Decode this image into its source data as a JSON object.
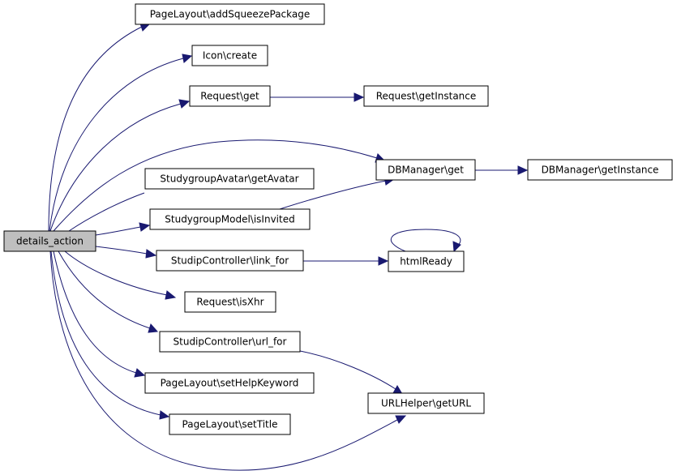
{
  "graph": {
    "nodes": {
      "details_action": "details_action",
      "addSqueezePackage": "PageLayout\\addSqueezePackage",
      "icon_create": "Icon\\create",
      "request_get": "Request\\get",
      "request_getInstance": "Request\\getInstance",
      "dbmanager_get": "DBManager\\get",
      "dbmanager_getInstance": "DBManager\\getInstance",
      "getAvatar": "StudygroupAvatar\\getAvatar",
      "isInvited": "StudygroupModel\\isInvited",
      "link_for": "StudipController\\link_for",
      "htmlReady": "htmlReady",
      "isXhr": "Request\\isXhr",
      "url_for": "StudipController\\url_for",
      "setHelpKeyword": "PageLayout\\setHelpKeyword",
      "getURL": "URLHelper\\getURL",
      "setTitle": "PageLayout\\setTitle"
    },
    "edges": [
      [
        "details_action",
        "addSqueezePackage"
      ],
      [
        "details_action",
        "icon_create"
      ],
      [
        "details_action",
        "request_get"
      ],
      [
        "details_action",
        "dbmanager_get"
      ],
      [
        "details_action",
        "getAvatar"
      ],
      [
        "details_action",
        "isInvited"
      ],
      [
        "details_action",
        "link_for"
      ],
      [
        "details_action",
        "isXhr"
      ],
      [
        "details_action",
        "url_for"
      ],
      [
        "details_action",
        "setHelpKeyword"
      ],
      [
        "details_action",
        "setTitle"
      ],
      [
        "details_action",
        "getURL"
      ],
      [
        "request_get",
        "request_getInstance"
      ],
      [
        "dbmanager_get",
        "dbmanager_getInstance"
      ],
      [
        "isInvited",
        "dbmanager_get"
      ],
      [
        "link_for",
        "htmlReady"
      ],
      [
        "htmlReady",
        "htmlReady"
      ],
      [
        "url_for",
        "getURL"
      ]
    ],
    "colors": {
      "edge": "#191970",
      "root_fill": "#bfbfbf",
      "node_fill": "#ffffff",
      "node_stroke": "#000000"
    }
  }
}
